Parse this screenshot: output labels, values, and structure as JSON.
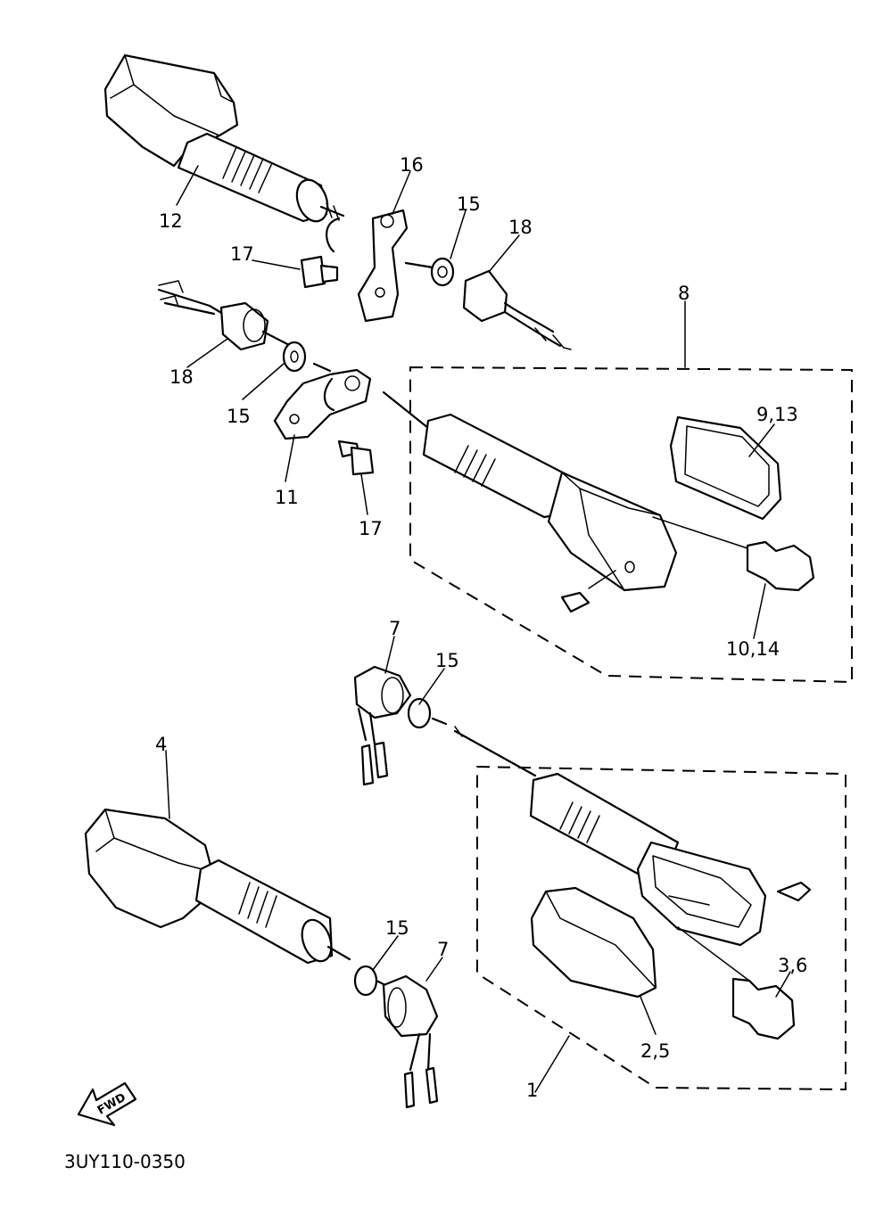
{
  "diagram": {
    "code": "3UY110-0350",
    "fwd_label": "FWD",
    "callouts": {
      "c12": "12",
      "c16": "16",
      "c15a": "15",
      "c18a": "18",
      "c17a": "17",
      "c8": "8",
      "c18b": "18",
      "c15b": "15",
      "c11": "11",
      "c17b": "17",
      "c913": "9,13",
      "c1014": "10,14",
      "c7a": "7",
      "c15c": "15",
      "c4": "4",
      "c15d": "15",
      "c7b": "7",
      "c36": "3,6",
      "c25": "2,5",
      "c1": "1"
    }
  }
}
